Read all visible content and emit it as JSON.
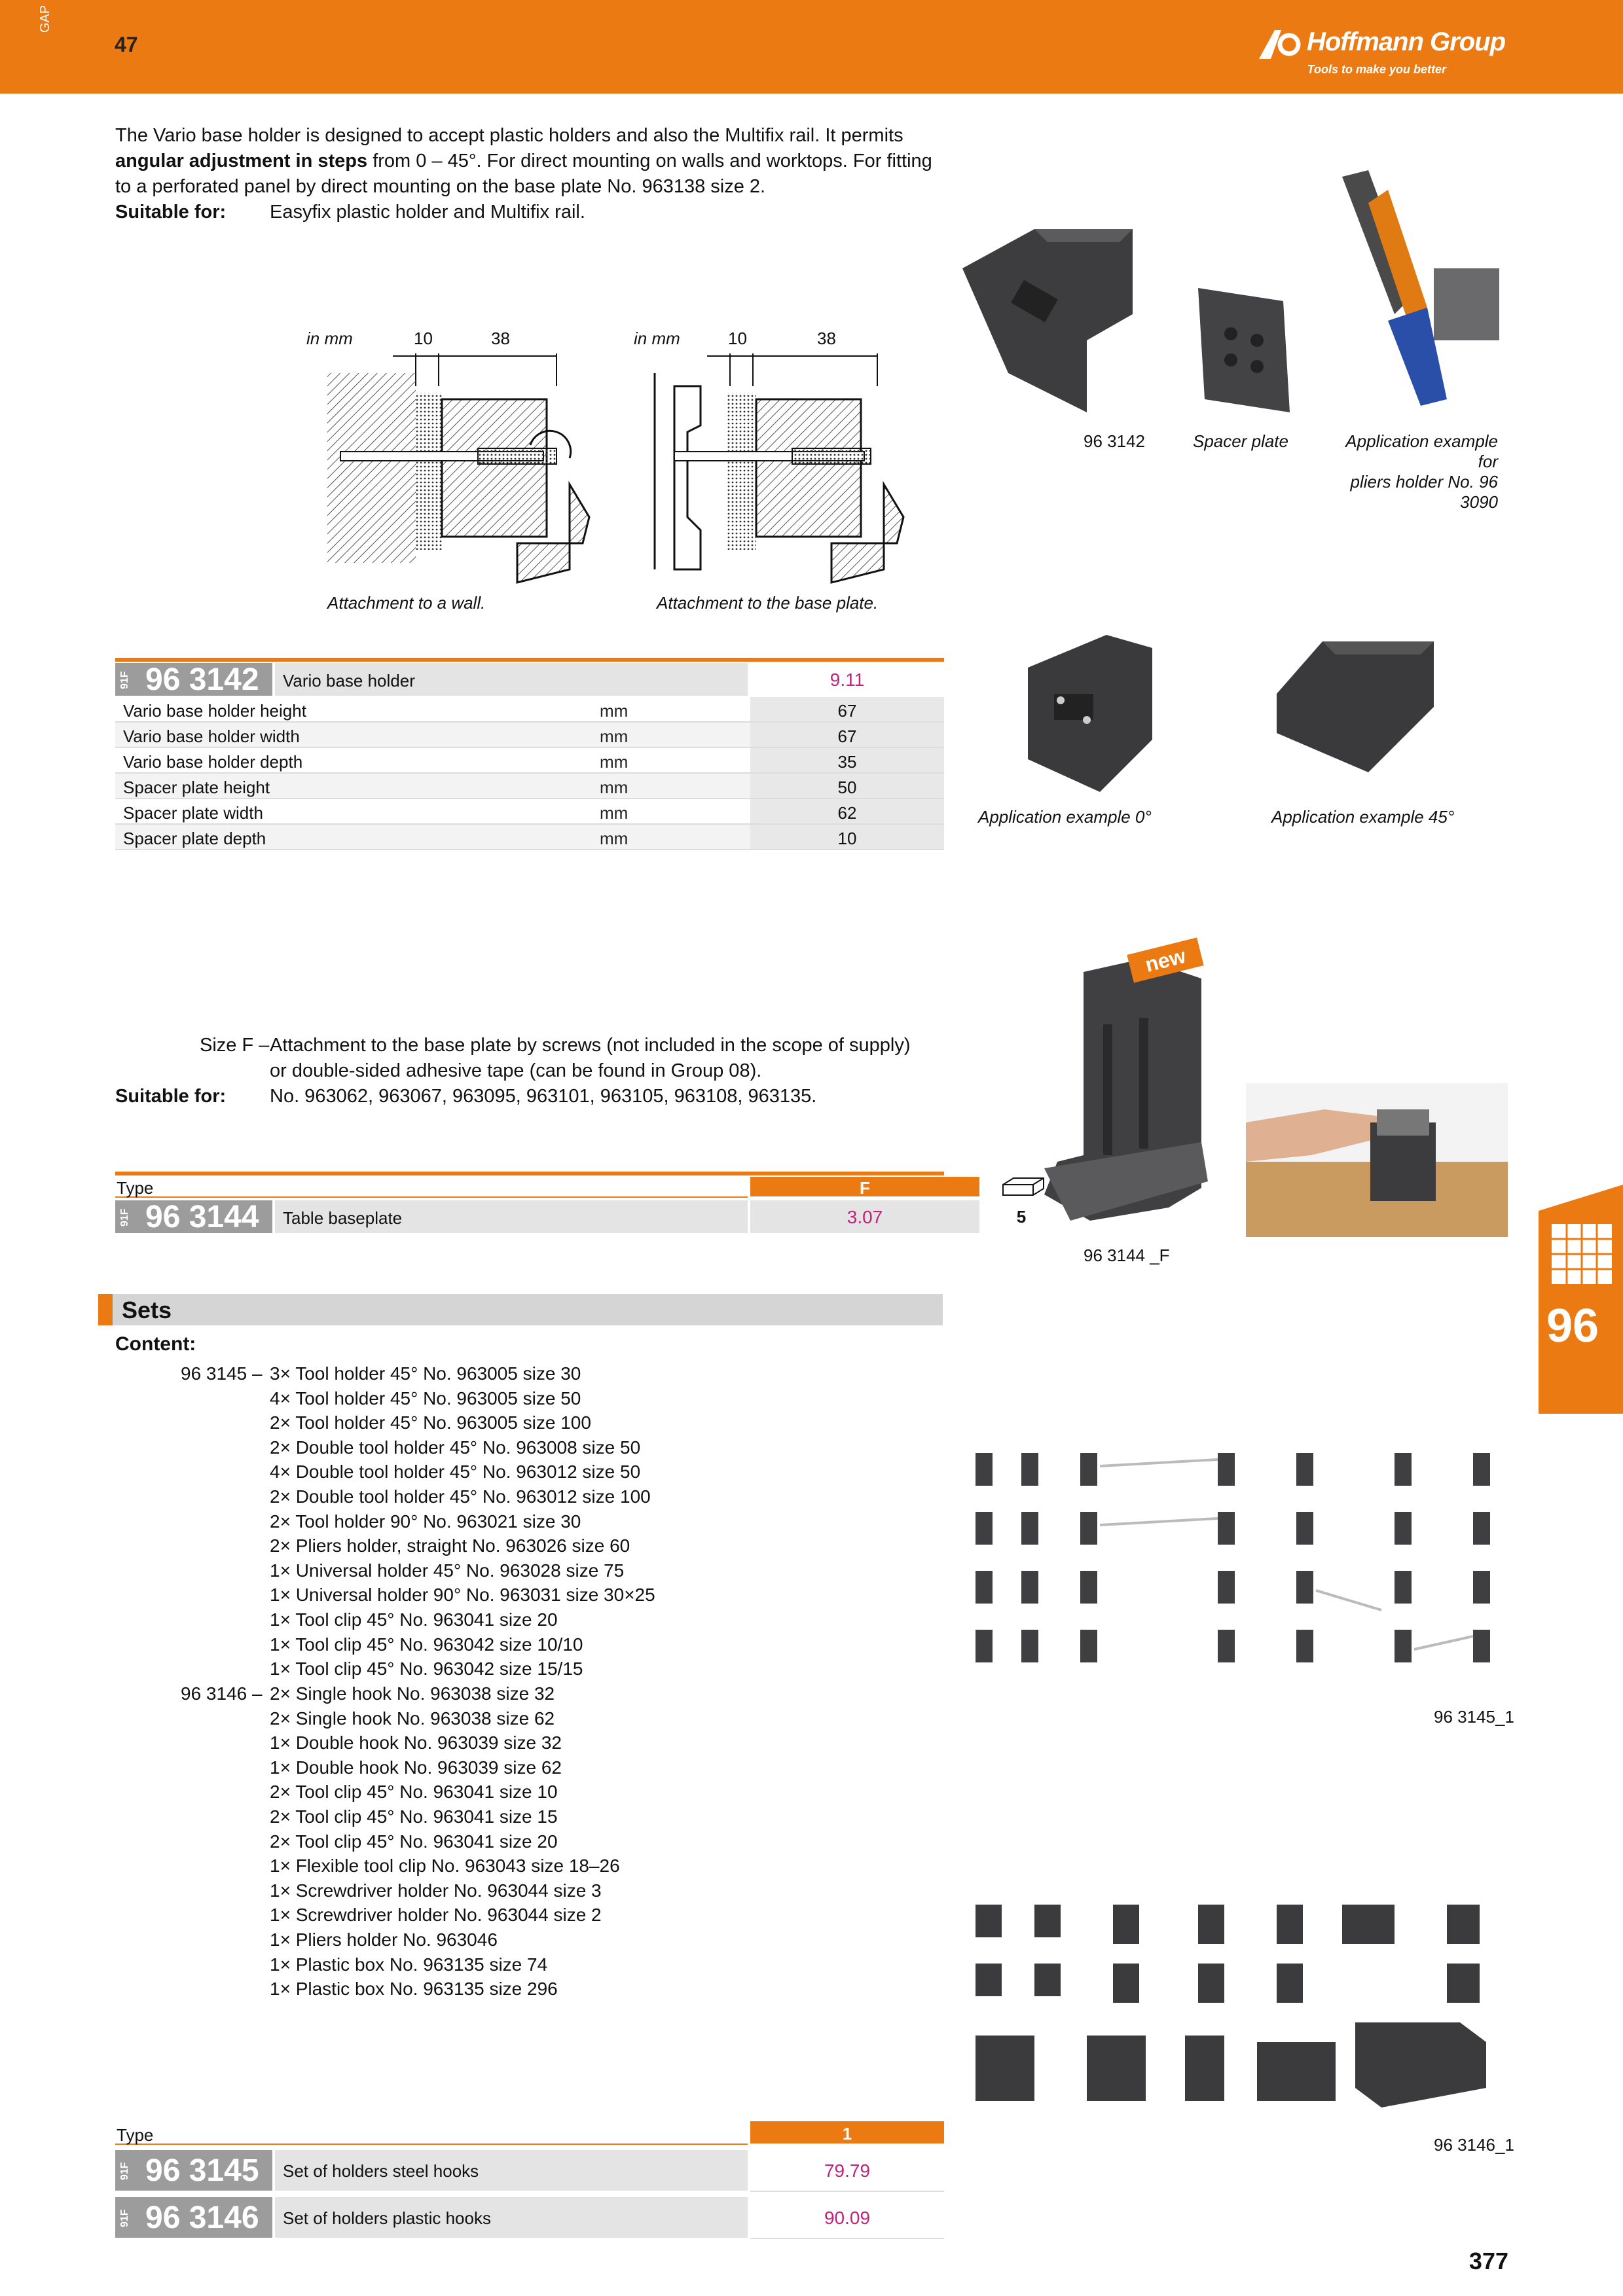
{
  "header": {
    "page_number": "47",
    "side_code": "GAP",
    "brand": "Hoffmann Group",
    "tagline": "Tools to make you better",
    "brand_color": "#ec7a12"
  },
  "intro": {
    "line1": "The Vario base holder is designed to accept plastic holders and also the Multifix rail. It permits",
    "line2_bold": "angular adjustment in steps",
    "line2_rest": " from 0 – 45°. For direct mounting on walls and worktops. For fitting",
    "line3": "to a perforated panel by direct mounting on the base plate No. 963138 size 2.",
    "suitable_label": "Suitable for:",
    "suitable_value": "Easyfix plastic holder and Multifix rail."
  },
  "drawings": {
    "unit": "in mm",
    "dim_a": "10",
    "dim_b": "38",
    "caption_wall": "Attachment to a wall.",
    "caption_plate": "Attachment to the base plate."
  },
  "photos_top": {
    "label_article": "96 3142",
    "label_spacer": "Spacer plate",
    "label_app_line1": "Application example for",
    "label_app_line2": "pliers holder No. 96 3090",
    "label_0": "Application example 0°",
    "label_45": "Application example 45°"
  },
  "table1": {
    "code": "91F",
    "article": "96 3142",
    "name": "Vario base holder",
    "price": "9.11",
    "rows": [
      {
        "label": "Vario base holder height",
        "unit": "mm",
        "value": "67"
      },
      {
        "label": "Vario base holder width",
        "unit": "mm",
        "value": "67"
      },
      {
        "label": "Vario base holder depth",
        "unit": "mm",
        "value": "35"
      },
      {
        "label": "Spacer plate height",
        "unit": "mm",
        "value": "50"
      },
      {
        "label": "Spacer plate width",
        "unit": "mm",
        "value": "62"
      },
      {
        "label": "Spacer plate depth",
        "unit": "mm",
        "value": "10"
      }
    ]
  },
  "baseplate": {
    "badge": "new",
    "size_label": "Size F –",
    "size_text1": "Attachment to the base plate by screws (not included in the scope of supply)",
    "size_text2": "or double-sided adhesive tape (can be found in Group 08).",
    "suitable_label": "Suitable for:",
    "suitable_value": "No. 963062, 963067, 963095, 963101, 963105, 963108, 963135.",
    "photo_label": "96 3144 _F"
  },
  "table2": {
    "type_label": "Type",
    "type_value": "F",
    "code": "91F",
    "article": "96 3144",
    "name": "Table baseplate",
    "price": "3.07",
    "pack": "5"
  },
  "sets": {
    "title": "Sets",
    "content_label": "Content:",
    "set1_id": "96 3145 –",
    "set1_items": [
      "3× Tool holder 45° No. 963005 size 30",
      "4× Tool holder 45° No. 963005 size 50",
      "2× Tool holder 45° No. 963005 size 100",
      "2× Double tool holder 45° No. 963008 size 50",
      "4× Double tool holder 45° No. 963012 size 50",
      "2× Double tool holder 45° No. 963012 size 100",
      "2× Tool holder 90° No. 963021 size 30",
      "2× Pliers holder, straight No. 963026 size 60",
      "1× Universal holder 45° No. 963028 size 75",
      "1× Universal holder 90° No. 963031 size 30×25",
      "1× Tool clip 45° No. 963041 size 20",
      "1× Tool clip 45° No. 963042 size 10/10",
      "1× Tool clip 45° No. 963042 size 15/15"
    ],
    "set2_id": "96 3146 –",
    "set2_items": [
      "2× Single hook No. 963038 size 32",
      "2× Single hook No. 963038 size 62",
      "1× Double hook No. 963039 size 32",
      "1× Double hook No. 963039 size 62",
      "2× Tool clip 45° No. 963041 size 10",
      "2× Tool clip 45° No. 963041 size 15",
      "2× Tool clip 45° No. 963041 size 20",
      "1× Flexible tool clip No. 963043 size 18–26",
      "1× Screwdriver holder No. 963044 size 3",
      "1× Screwdriver holder No. 963044 size 2",
      "1× Pliers holder No. 963046",
      "1× Plastic box No. 963135 size 74",
      "1× Plastic box No. 963135 size 296"
    ],
    "photo1_label": "96 3145_1",
    "photo2_label": "96 3146_1"
  },
  "table3": {
    "type_label": "Type",
    "type_value": "1",
    "rows": [
      {
        "code": "91F",
        "article": "96 3145",
        "name": "Set of holders steel hooks",
        "price": "79.79"
      },
      {
        "code": "91F",
        "article": "96 3146",
        "name": "Set of holders plastic hooks",
        "price": "90.09"
      }
    ]
  },
  "side_tab": {
    "group": "96"
  },
  "footer": {
    "page": "377"
  }
}
